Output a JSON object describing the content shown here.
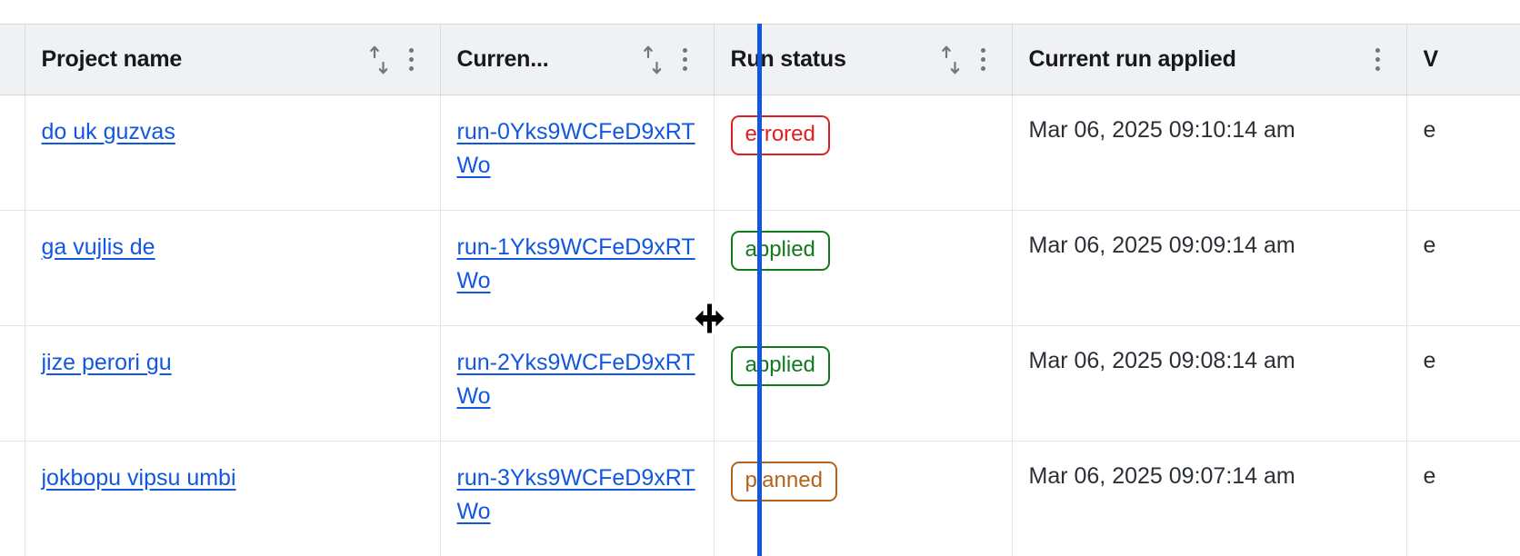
{
  "table": {
    "columns": [
      {
        "key": "select",
        "label": "",
        "sortable": false,
        "has_menu": false
      },
      {
        "key": "name",
        "label": "Project name",
        "sortable": true,
        "has_menu": true
      },
      {
        "key": "run",
        "label": "Curren...",
        "sortable": true,
        "has_menu": true
      },
      {
        "key": "status",
        "label": "Run status",
        "sortable": true,
        "has_menu": true
      },
      {
        "key": "applied",
        "label": "Current run applied",
        "sortable": false,
        "has_menu": true
      },
      {
        "key": "extra",
        "label": "V",
        "sortable": false,
        "has_menu": false
      }
    ],
    "rows": [
      {
        "project_name": "do uk guzvas",
        "current_run": "run-0Yks9WCFeD9xRTWo",
        "run_status": "errored",
        "run_status_color": "#e02020",
        "current_run_applied": "Mar 06, 2025 09:10:14 am",
        "extra": "e"
      },
      {
        "project_name": "ga vujlis de",
        "current_run": "run-1Yks9WCFeD9xRTWo",
        "run_status": "applied",
        "run_status_color": "#127a1e",
        "current_run_applied": "Mar 06, 2025 09:09:14 am",
        "extra": "e"
      },
      {
        "project_name": "jize perori gu",
        "current_run": "run-2Yks9WCFeD9xRTWo",
        "run_status": "applied",
        "run_status_color": "#127a1e",
        "current_run_applied": "Mar 06, 2025 09:08:14 am",
        "extra": "e"
      },
      {
        "project_name": "jokbopu vipsu umbi",
        "current_run": "run-3Yks9WCFeD9xRTWo",
        "run_status": "planned",
        "run_status_color": "#b5631a",
        "current_run_applied": "Mar 06, 2025 09:07:14 am",
        "extra": "e"
      }
    ]
  },
  "icons": {
    "sort": "sort-arrows-icon",
    "menu": "kebab-menu-icon",
    "cursor": "col-resize-cursor"
  },
  "interaction": {
    "resizing_column": "Curren...",
    "resize_indicator_color": "#1257e0"
  },
  "colors": {
    "link": "#1257e0",
    "header_bg": "#f0f1f3",
    "border": "#e3e5e8",
    "text": "#2b2f36"
  }
}
